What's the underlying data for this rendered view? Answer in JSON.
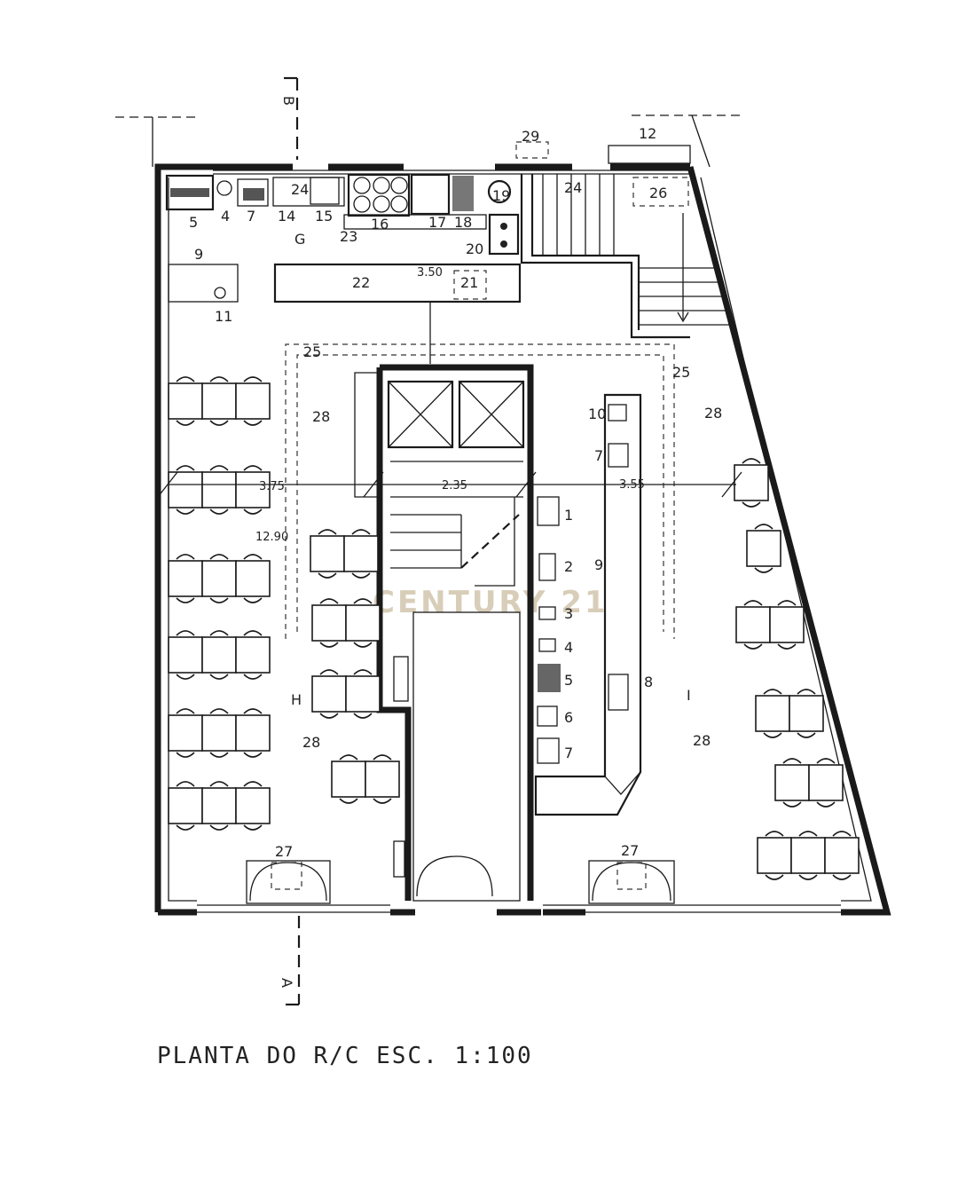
{
  "drawing": {
    "title": "PLANTA DO R/C   ESC. 1:100",
    "watermark": "CENTURY 21",
    "section_top": "B",
    "section_bottom": "A",
    "zones": {
      "g": "G",
      "h": "H",
      "i": "I"
    },
    "dimensions": {
      "d350": "3.50",
      "d375": "3.75",
      "d235": "2.35",
      "d355": "3.55",
      "d1290": "12.90"
    },
    "kitchen_labels": {
      "k5": "5",
      "k4": "4",
      "k7": "7",
      "k14": "14",
      "k24a": "24",
      "k15": "15",
      "k16": "16",
      "k23": "23",
      "k17": "17",
      "k18": "18",
      "k19": "19",
      "k20": "20",
      "k24b": "24",
      "k26": "26",
      "k29": "29",
      "k12": "12",
      "k9": "9",
      "k11": "11",
      "k22": "22",
      "k21": "21"
    },
    "room_labels": {
      "r25a": "25",
      "r25b": "25",
      "r28a": "28",
      "r28b": "28",
      "r28c": "28",
      "r28d": "28",
      "r27a": "27",
      "r27b": "27",
      "c10": "10",
      "c7": "7",
      "c1": "1",
      "c2": "2",
      "c3": "3",
      "c4": "4",
      "c5": "5",
      "c6": "6",
      "c7b": "7",
      "c9": "9",
      "c8": "8"
    }
  }
}
